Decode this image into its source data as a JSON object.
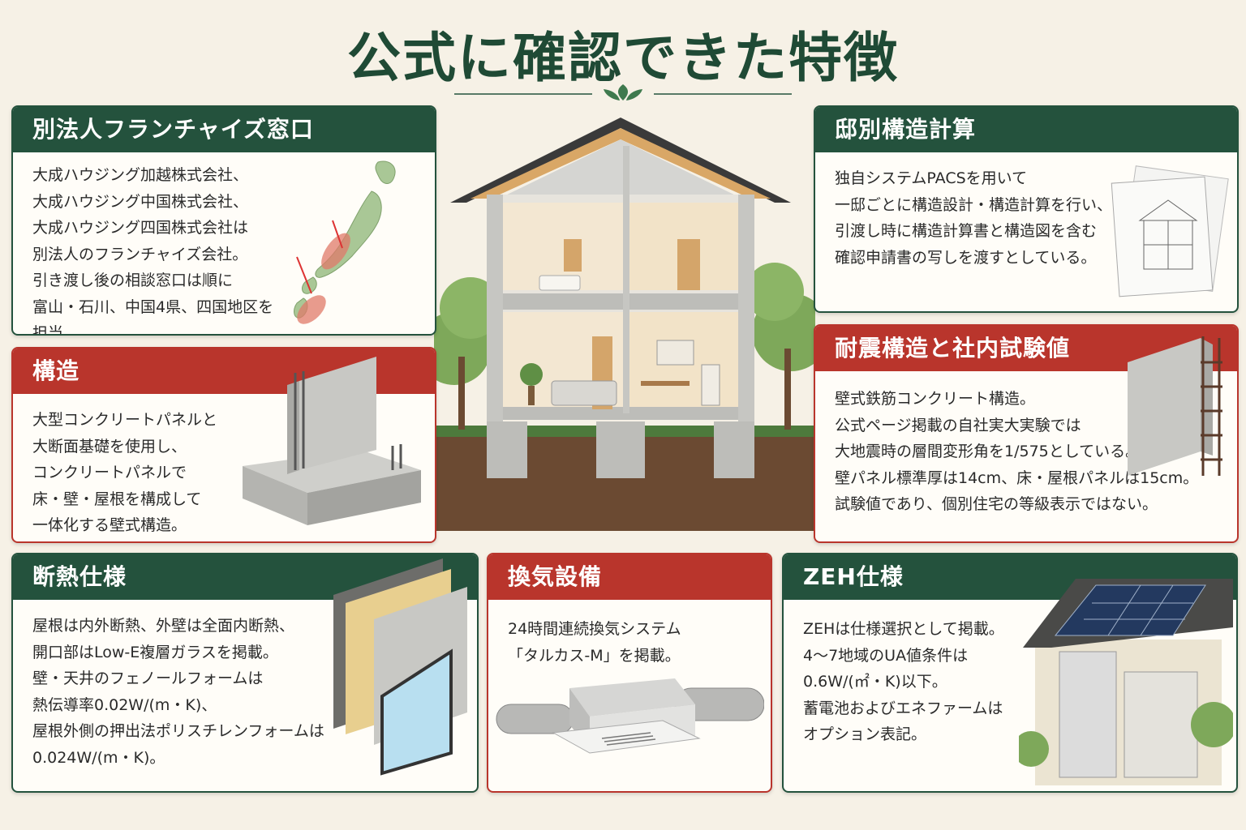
{
  "title": "公式に確認できた特徴",
  "cards": {
    "franchise": {
      "heading": "別法人フランチャイズ窓口",
      "lines": [
        "大成ハウジング加越株式会社、",
        "大成ハウジング中国株式会社、",
        "大成ハウジング四国株式会社は",
        "別法人のフランチャイズ会社。",
        "引き渡し後の相談窓口は順に",
        "富山・石川、中国4県、四国地区を",
        "担当。"
      ]
    },
    "structure": {
      "heading": "構造",
      "lines": [
        "大型コンクリートパネルと",
        "大断面基礎を使用し、",
        "コンクリートパネルで",
        "床・壁・屋根を構成して",
        "一体化する壁式構造。"
      ]
    },
    "calc": {
      "heading": "邸別構造計算",
      "lines": [
        "独自システムPACSを用いて",
        "一邸ごとに構造設計・構造計算を行い、",
        "引渡し時に構造計算書と構造図を含む",
        "確認申請書の写しを渡すとしている。"
      ]
    },
    "quake": {
      "heading": "耐震構造と社内試験値",
      "lines": [
        "壁式鉄筋コンクリート構造。",
        "公式ページ掲載の自社実大実験では",
        "大地震時の層間変形角を1/575としている。",
        "壁パネル標準厚は14cm、床・屋根パネルは15cm。",
        "試験値であり、個別住宅の等級表示ではない。"
      ]
    },
    "insulation": {
      "heading": "断熱仕様",
      "lines": [
        "屋根は内外断熱、外壁は全面内断熱、",
        "開口部はLow-E複層ガラスを掲載。",
        "壁・天井のフェノールフォームは",
        "熱伝導率0.02W/(m・K)、",
        "屋根外側の押出法ポリスチレンフォームは",
        "0.024W/(m・K)。"
      ]
    },
    "vent": {
      "heading": "換気設備",
      "lines": [
        "24時間連続換気システム",
        "「タルカス-M」を掲載。"
      ]
    },
    "zeh": {
      "heading": "ZEH仕様",
      "lines": [
        "ZEHは仕様選択として掲載。",
        "4〜7地域のUA値条件は",
        "0.6W/(㎡・K)以下。",
        "蓄電池およびエネファームは",
        "オプション表記。"
      ]
    }
  },
  "icons": [
    "leaf-icon",
    "japan-map-icon",
    "house-cutaway-icon",
    "concrete-panel-icon",
    "blueprint-icon",
    "rebar-wall-icon",
    "insulation-layers-icon",
    "ventilation-unit-icon",
    "solar-house-icon"
  ],
  "colors": {
    "green": "#24523d",
    "red": "#b9352c",
    "background": "#f6f1e6"
  }
}
